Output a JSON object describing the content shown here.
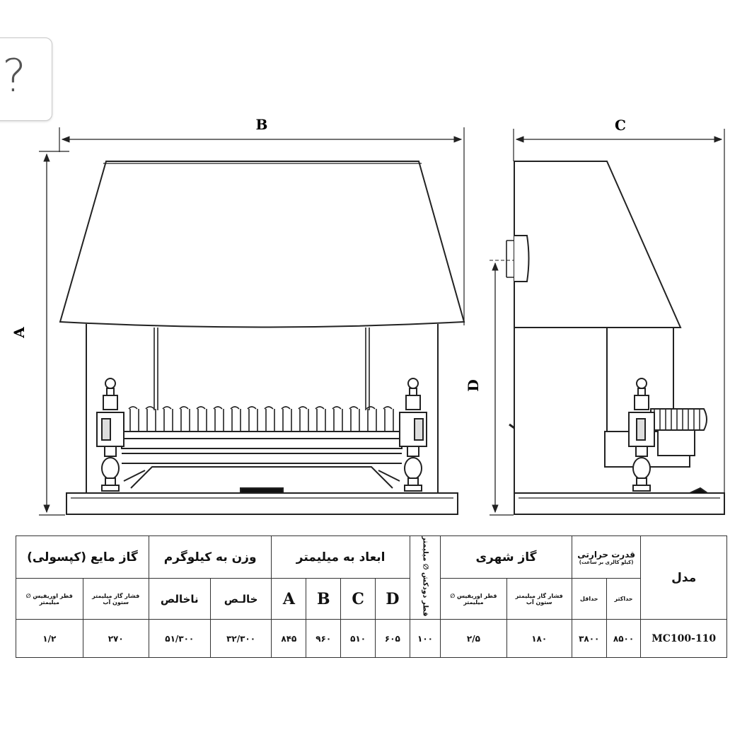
{
  "ui": {
    "help_icon_glyph": "?"
  },
  "drawing": {
    "labels": {
      "A": "A",
      "B": "B",
      "C": "C",
      "D": "D"
    }
  },
  "table": {
    "headers": {
      "model": "مدل",
      "heat_capacity": "قدرت حرارتی",
      "heat_capacity_unit": "(کیلو کالری بر ساعت)",
      "heat_max": "حداکثر",
      "heat_min": "حداقل",
      "city_gas": "گاز شهری",
      "city_gas_pressure": "فشار گاز میلیمتر ستون آب",
      "city_gas_orifice": "قطر اوریفیس ∅ میلیمتر",
      "chimney": "قطر دودکش ∅ میلیمتر",
      "dimensions": "ابعاد به میلیمتر",
      "dim_D": "D",
      "dim_C": "C",
      "dim_B": "B",
      "dim_A": "A",
      "weight": "وزن به کیلوگرم",
      "weight_net": "خالـص",
      "weight_gross": "ناخالص",
      "lpg": "گاز مایع (کپسولی)",
      "lpg_pressure": "فشار گاز میلیمتر ستون آب",
      "lpg_orifice": "قطر اوریفیس ∅ میلیمتر"
    },
    "row": {
      "model": "MC100-110",
      "heat_max": "۸۵۰۰",
      "heat_min": "۳۸۰۰",
      "city_gas_pressure": "۱۸۰",
      "city_gas_orifice": "۲/۵",
      "chimney": "۱۰۰",
      "dim_D": "۶۰۵",
      "dim_C": "۵۱۰",
      "dim_B": "۹۶۰",
      "dim_A": "۸۴۵",
      "weight_net": "۳۲/۳۰۰",
      "weight_gross": "۵۱/۳۰۰",
      "lpg_pressure": "۲۷۰",
      "lpg_orifice": "۱/۲"
    },
    "colors": {
      "lpg_accent": "#c00000"
    }
  }
}
